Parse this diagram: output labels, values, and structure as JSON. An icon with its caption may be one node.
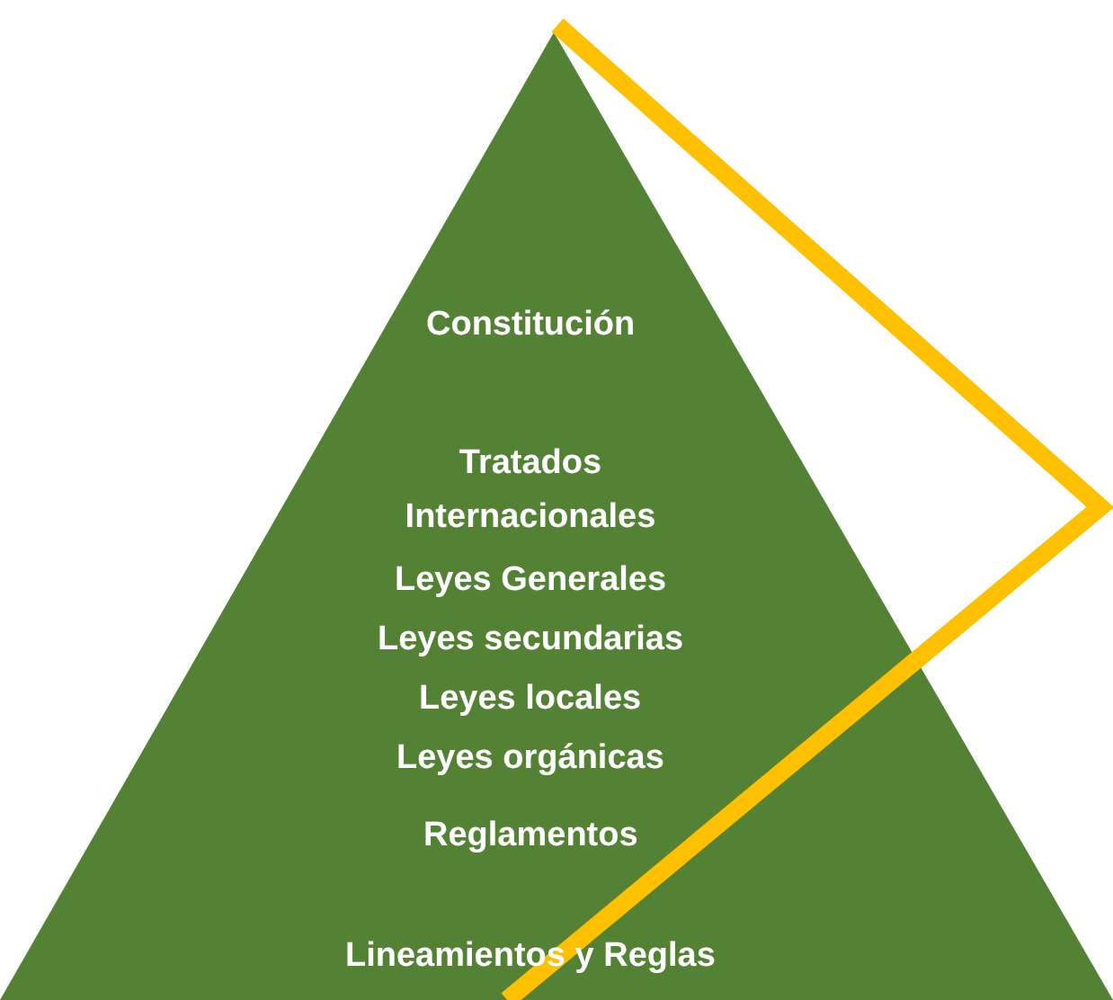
{
  "diagram": {
    "nodes": [
      {
        "text": [
          "Constitución",
          "Tratados Internacionales",
          "Leyes Generales",
          "Leyes secundarias",
          "Leyes locales",
          "Leyes orgánicas",
          "Reglamentos",
          "Lineamientos y Reglas"
        ]
      }
    ]
  }
}
